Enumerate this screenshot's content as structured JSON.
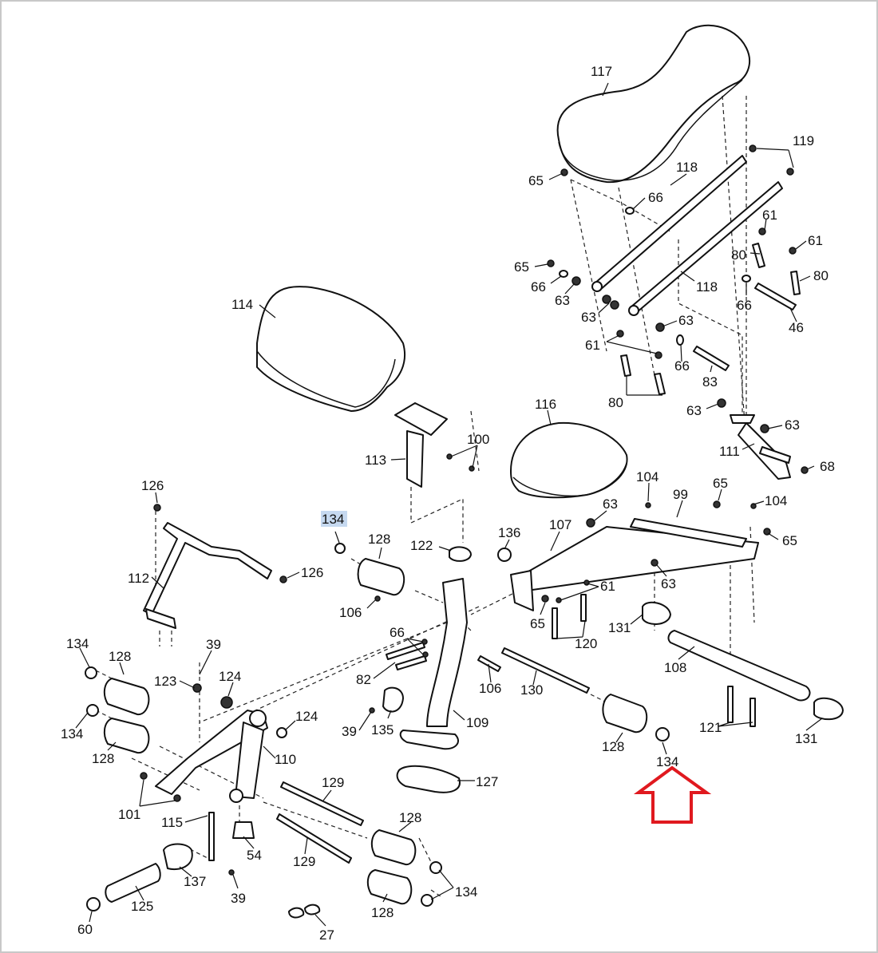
{
  "diagram": {
    "labels": {
      "p117": "117",
      "p119": "119",
      "p65a": "65",
      "p118a": "118",
      "p66a": "66",
      "p61a": "61",
      "p61b": "61",
      "p80a": "80",
      "p80b": "80",
      "p65b": "65",
      "p66b": "66",
      "p63a": "63",
      "p118b": "118",
      "p66c": "66",
      "p46": "46",
      "p63b": "63",
      "p63c": "63",
      "p61c": "61",
      "p66d": "66",
      "p83": "83",
      "p80c": "80",
      "p63d": "63",
      "p63e": "63",
      "p111": "111",
      "p68": "68",
      "p114": "114",
      "p100": "100",
      "p113": "113",
      "p116": "116",
      "p126a": "126",
      "p126b": "126",
      "p112": "112",
      "p134a": "134",
      "p128a": "128",
      "p122": "122",
      "p136": "136",
      "p107": "107",
      "p104a": "104",
      "p99": "99",
      "p65c": "65",
      "p104b": "104",
      "p65d": "65",
      "p63f": "63",
      "p63g": "63",
      "p61d": "61",
      "p106a": "106",
      "p65e": "65",
      "p120": "120",
      "p131a": "131",
      "p108": "108",
      "p134b": "134",
      "p128b": "128",
      "p39a": "39",
      "p123": "123",
      "p124a": "124",
      "p66e": "66",
      "p82": "82",
      "p106b": "106",
      "p130": "130",
      "p124b": "124",
      "p134c": "134",
      "p128c": "128",
      "p39b": "39",
      "p135": "135",
      "p109": "109",
      "p110": "110",
      "p121": "121",
      "p131b": "131",
      "p128d": "128",
      "p134d": "134",
      "p127": "127",
      "p101": "101",
      "p129a": "129",
      "p115": "115",
      "p128e": "128",
      "p54": "54",
      "p129b": "129",
      "p137": "137",
      "p39c": "39",
      "p134e": "134",
      "p125": "125",
      "p128f": "128",
      "p60": "60",
      "p27": "27"
    },
    "highlighted_label": "134",
    "colors": {
      "highlight": "#c6d9f0",
      "arrow": "#e0191f",
      "ink": "#111111"
    }
  }
}
